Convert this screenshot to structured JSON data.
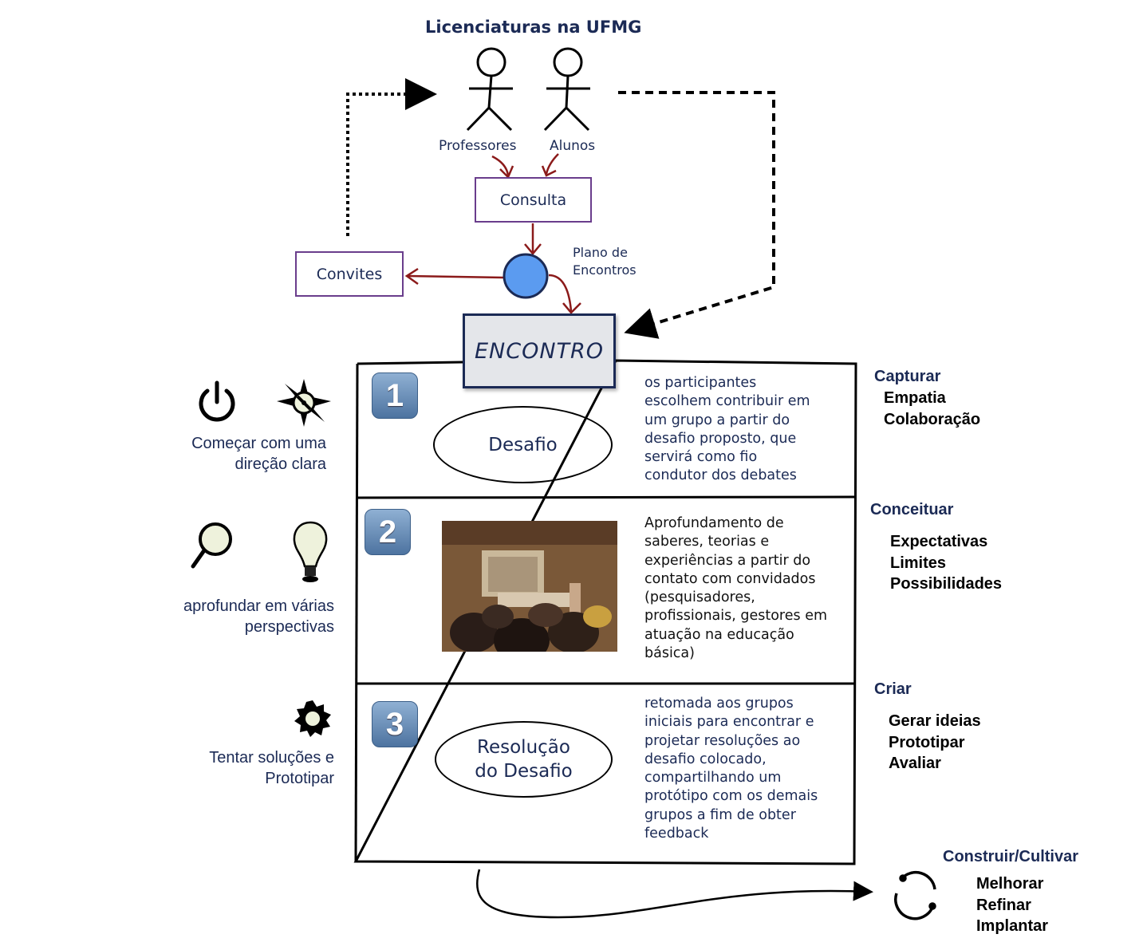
{
  "title": "Licenciaturas na UFMG",
  "actors": [
    {
      "label": "Professores",
      "icon": "stick-figure-icon"
    },
    {
      "label": "Alunos",
      "icon": "stick-figure-icon"
    }
  ],
  "nodes": {
    "consulta": "Consulta",
    "convites": "Convites",
    "plano": {
      "line1": "Plano de",
      "line2": "Encontros"
    },
    "encontro": "ENCONTRO"
  },
  "colors": {
    "navy": "#1b2a55",
    "arrow_red": "#8b1a1a",
    "box_border": "#6a3d8c",
    "circle_fill": "#5b9bf0",
    "badge": "#5a7fab"
  },
  "steps": [
    {
      "number": "1",
      "oval": [
        "Desafio"
      ],
      "description": [
        "os participantes",
        "escolhem contribuir em",
        "um grupo a partir do",
        "desafio proposto, que",
        "servirá como fio",
        "condutor dos debates"
      ],
      "left_icons": [
        "power-icon",
        "compass-icon"
      ],
      "left_label": [
        "Começar com uma",
        "direção clara"
      ],
      "phase": {
        "title": "Capturar",
        "items": [
          "Empatia",
          "Colaboração"
        ]
      }
    },
    {
      "number": "2",
      "image": "conference-audience-photo",
      "description": [
        "Aprofundamento de",
        "saberes, teorias e",
        "experiências a partir do",
        "contato com convidados",
        "(pesquisadores,",
        "profissionais, gestores em",
        "atuação na educação",
        "básica)"
      ],
      "left_icons": [
        "magnifier-icon",
        "lightbulb-icon"
      ],
      "left_label": [
        "aprofundar em várias",
        "perspectivas"
      ],
      "phase": {
        "title": "Conceituar",
        "items": [
          "Expectativas",
          "Limites",
          "Possibilidades"
        ]
      }
    },
    {
      "number": "3",
      "oval": [
        "Resolução",
        "do Desafio"
      ],
      "description": [
        "retomada aos grupos",
        "iniciais para encontrar e",
        "projetar resoluções ao",
        "desafio colocado,",
        "compartilhando um",
        "protótipo com os demais",
        "grupos a fim de obter",
        "feedback"
      ],
      "left_icons": [
        "gear-icon"
      ],
      "left_label": [
        "Tentar soluções e",
        "Prototipar"
      ],
      "phase": {
        "title": "Criar",
        "items": [
          "Gerar ideias",
          "Prototipar",
          "Avaliar"
        ]
      }
    }
  ],
  "final_phase": {
    "title": "Construir/Cultivar",
    "items": [
      "Melhorar",
      "Refinar",
      "Implantar"
    ],
    "icon": "cycle-icon"
  }
}
